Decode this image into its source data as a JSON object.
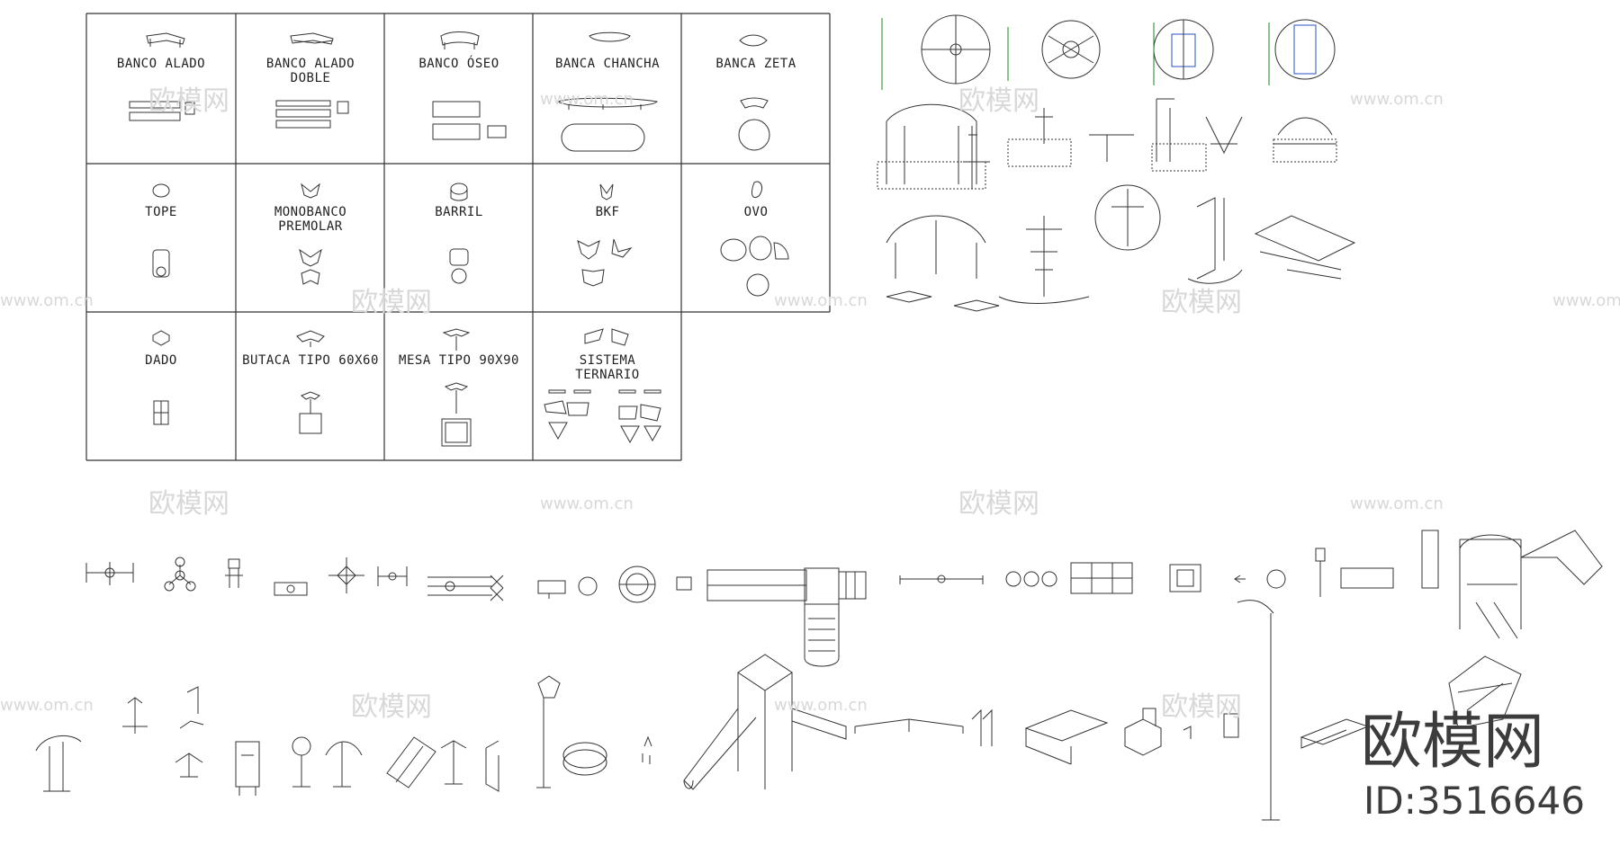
{
  "catalog": {
    "rows": [
      [
        {
          "lines": [
            "BANCO ALADO"
          ]
        },
        {
          "lines": [
            "BANCO ALADO",
            "DOBLE"
          ]
        },
        {
          "lines": [
            "BANCO ÓSEO"
          ]
        },
        {
          "lines": [
            "BANCA CHANCHA"
          ]
        },
        {
          "lines": [
            "BANCA ZETA"
          ]
        }
      ],
      [
        {
          "lines": [
            "TOPE"
          ]
        },
        {
          "lines": [
            "MONOBANCO",
            "PREMOLAR"
          ]
        },
        {
          "lines": [
            "BARRIL"
          ]
        },
        {
          "lines": [
            "BKF"
          ]
        },
        {
          "lines": [
            "OVO"
          ]
        }
      ],
      [
        {
          "lines": [
            "DADO"
          ]
        },
        {
          "lines": [
            "BUTACA TIPO 60X60"
          ]
        },
        {
          "lines": [
            "MESA TIPO 90X90"
          ]
        },
        {
          "lines": [
            "SISTEMA",
            "TERNARIO"
          ]
        }
      ]
    ]
  },
  "watermarks": {
    "cn": "欧模网",
    "url": "www.om.cn"
  },
  "logo": {
    "name": "欧模网",
    "id": "ID:3516646"
  }
}
